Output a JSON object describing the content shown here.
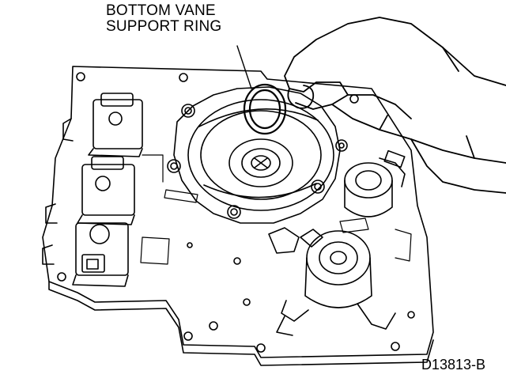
{
  "callout": {
    "line1": "BOTTOM VANE",
    "line2": "SUPPORT RING"
  },
  "figure_id": "D13813-B",
  "colors": {
    "ink": "#000000",
    "paper": "#ffffff"
  }
}
